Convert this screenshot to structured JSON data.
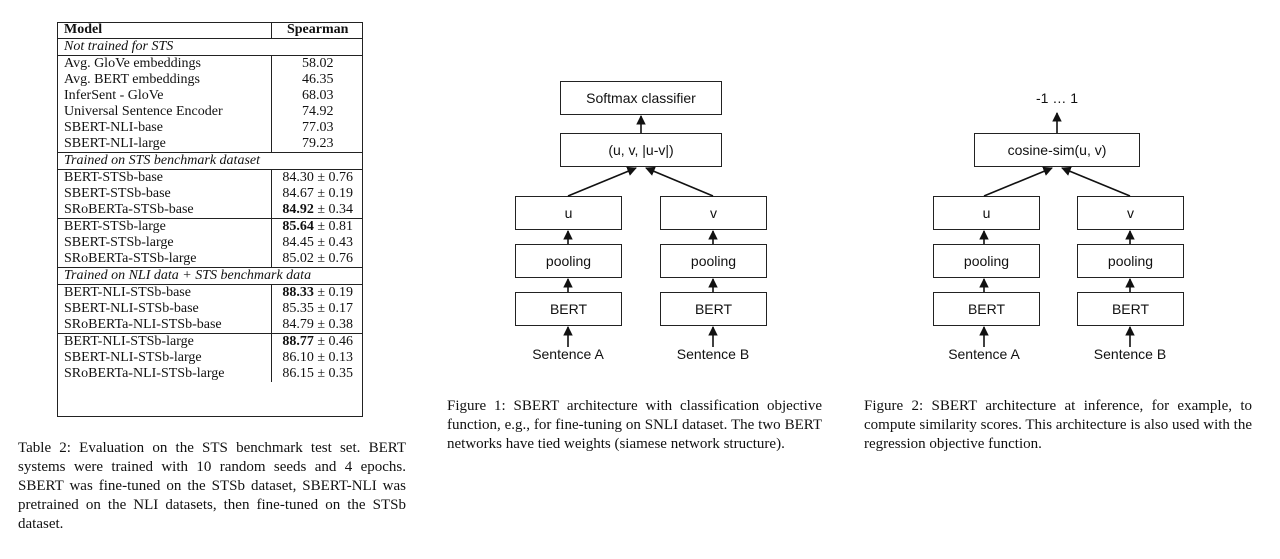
{
  "table": {
    "header": {
      "model": "Model",
      "score": "Spearman"
    },
    "groups": [
      {
        "title": "Not trained for STS",
        "rows": [
          {
            "model": "Avg. GloVe embeddings",
            "score": "58.02"
          },
          {
            "model": "Avg. BERT embeddings",
            "score": "46.35"
          },
          {
            "model": "InferSent - GloVe",
            "score": "68.03"
          },
          {
            "model": "Universal Sentence Encoder",
            "score": "74.92"
          },
          {
            "model": "SBERT-NLI-base",
            "score": "77.03"
          },
          {
            "model": "SBERT-NLI-large",
            "score": "79.23"
          }
        ]
      },
      {
        "title": "Trained on STS benchmark dataset",
        "rows": [
          {
            "model": "BERT-STSb-base",
            "mean": "84.30",
            "sd": "0.76"
          },
          {
            "model": "SBERT-STSb-base",
            "mean": "84.67",
            "sd": "0.19"
          },
          {
            "model": "SRoBERTa-STSb-base",
            "mean": "84.92",
            "sd": "0.34",
            "bold": true
          },
          {
            "model": "BERT-STSb-large",
            "mean": "85.64",
            "sd": "0.81",
            "bold": true,
            "block_start": true
          },
          {
            "model": "SBERT-STSb-large",
            "mean": "84.45",
            "sd": "0.43"
          },
          {
            "model": "SRoBERTa-STSb-large",
            "mean": "85.02",
            "sd": "0.76"
          }
        ]
      },
      {
        "title": "Trained on NLI data + STS benchmark data",
        "rows": [
          {
            "model": "BERT-NLI-STSb-base",
            "mean": "88.33",
            "sd": "0.19",
            "bold": true
          },
          {
            "model": "SBERT-NLI-STSb-base",
            "mean": "85.35",
            "sd": "0.17"
          },
          {
            "model": "SRoBERTa-NLI-STSb-base",
            "mean": "84.79",
            "sd": "0.38"
          },
          {
            "model": "BERT-NLI-STSb-large",
            "mean": "88.77",
            "sd": "0.46",
            "bold": true,
            "block_start": true
          },
          {
            "model": "SBERT-NLI-STSb-large",
            "mean": "86.10",
            "sd": "0.13"
          },
          {
            "model": "SRoBERTa-NLI-STSb-large",
            "mean": "86.15",
            "sd": "0.35"
          }
        ]
      }
    ],
    "pm_symbol": "±"
  },
  "captions": {
    "table": "Table 2: Evaluation on the STS benchmark test set. BERT systems were trained with 10 random seeds and 4 epochs. SBERT was fine-tuned on the STSb dataset, SBERT-NLI was pretrained on the NLI datasets, then fine-tuned on the STSb dataset.",
    "figure1": "Figure 1: SBERT architecture with classification objective function, e.g., for fine-tuning on SNLI dataset. The two BERT networks have tied weights (siamese network structure).",
    "figure2": "Figure 2: SBERT architecture at inference, for example, to compute similarity scores. This architecture is also used with the regression objective function."
  },
  "figure1": {
    "top": "Softmax classifier",
    "concat": "(u, v, |u-v|)",
    "left": {
      "embedding": "u",
      "pooling": "pooling",
      "encoder": "BERT",
      "input": "Sentence A"
    },
    "right": {
      "embedding": "v",
      "pooling": "pooling",
      "encoder": "BERT",
      "input": "Sentence B"
    }
  },
  "figure2": {
    "output": "-1 … 1",
    "similarity": "cosine-sim(u, v)",
    "left": {
      "embedding": "u",
      "pooling": "pooling",
      "encoder": "BERT",
      "input": "Sentence A"
    },
    "right": {
      "embedding": "v",
      "pooling": "pooling",
      "encoder": "BERT",
      "input": "Sentence B"
    }
  }
}
